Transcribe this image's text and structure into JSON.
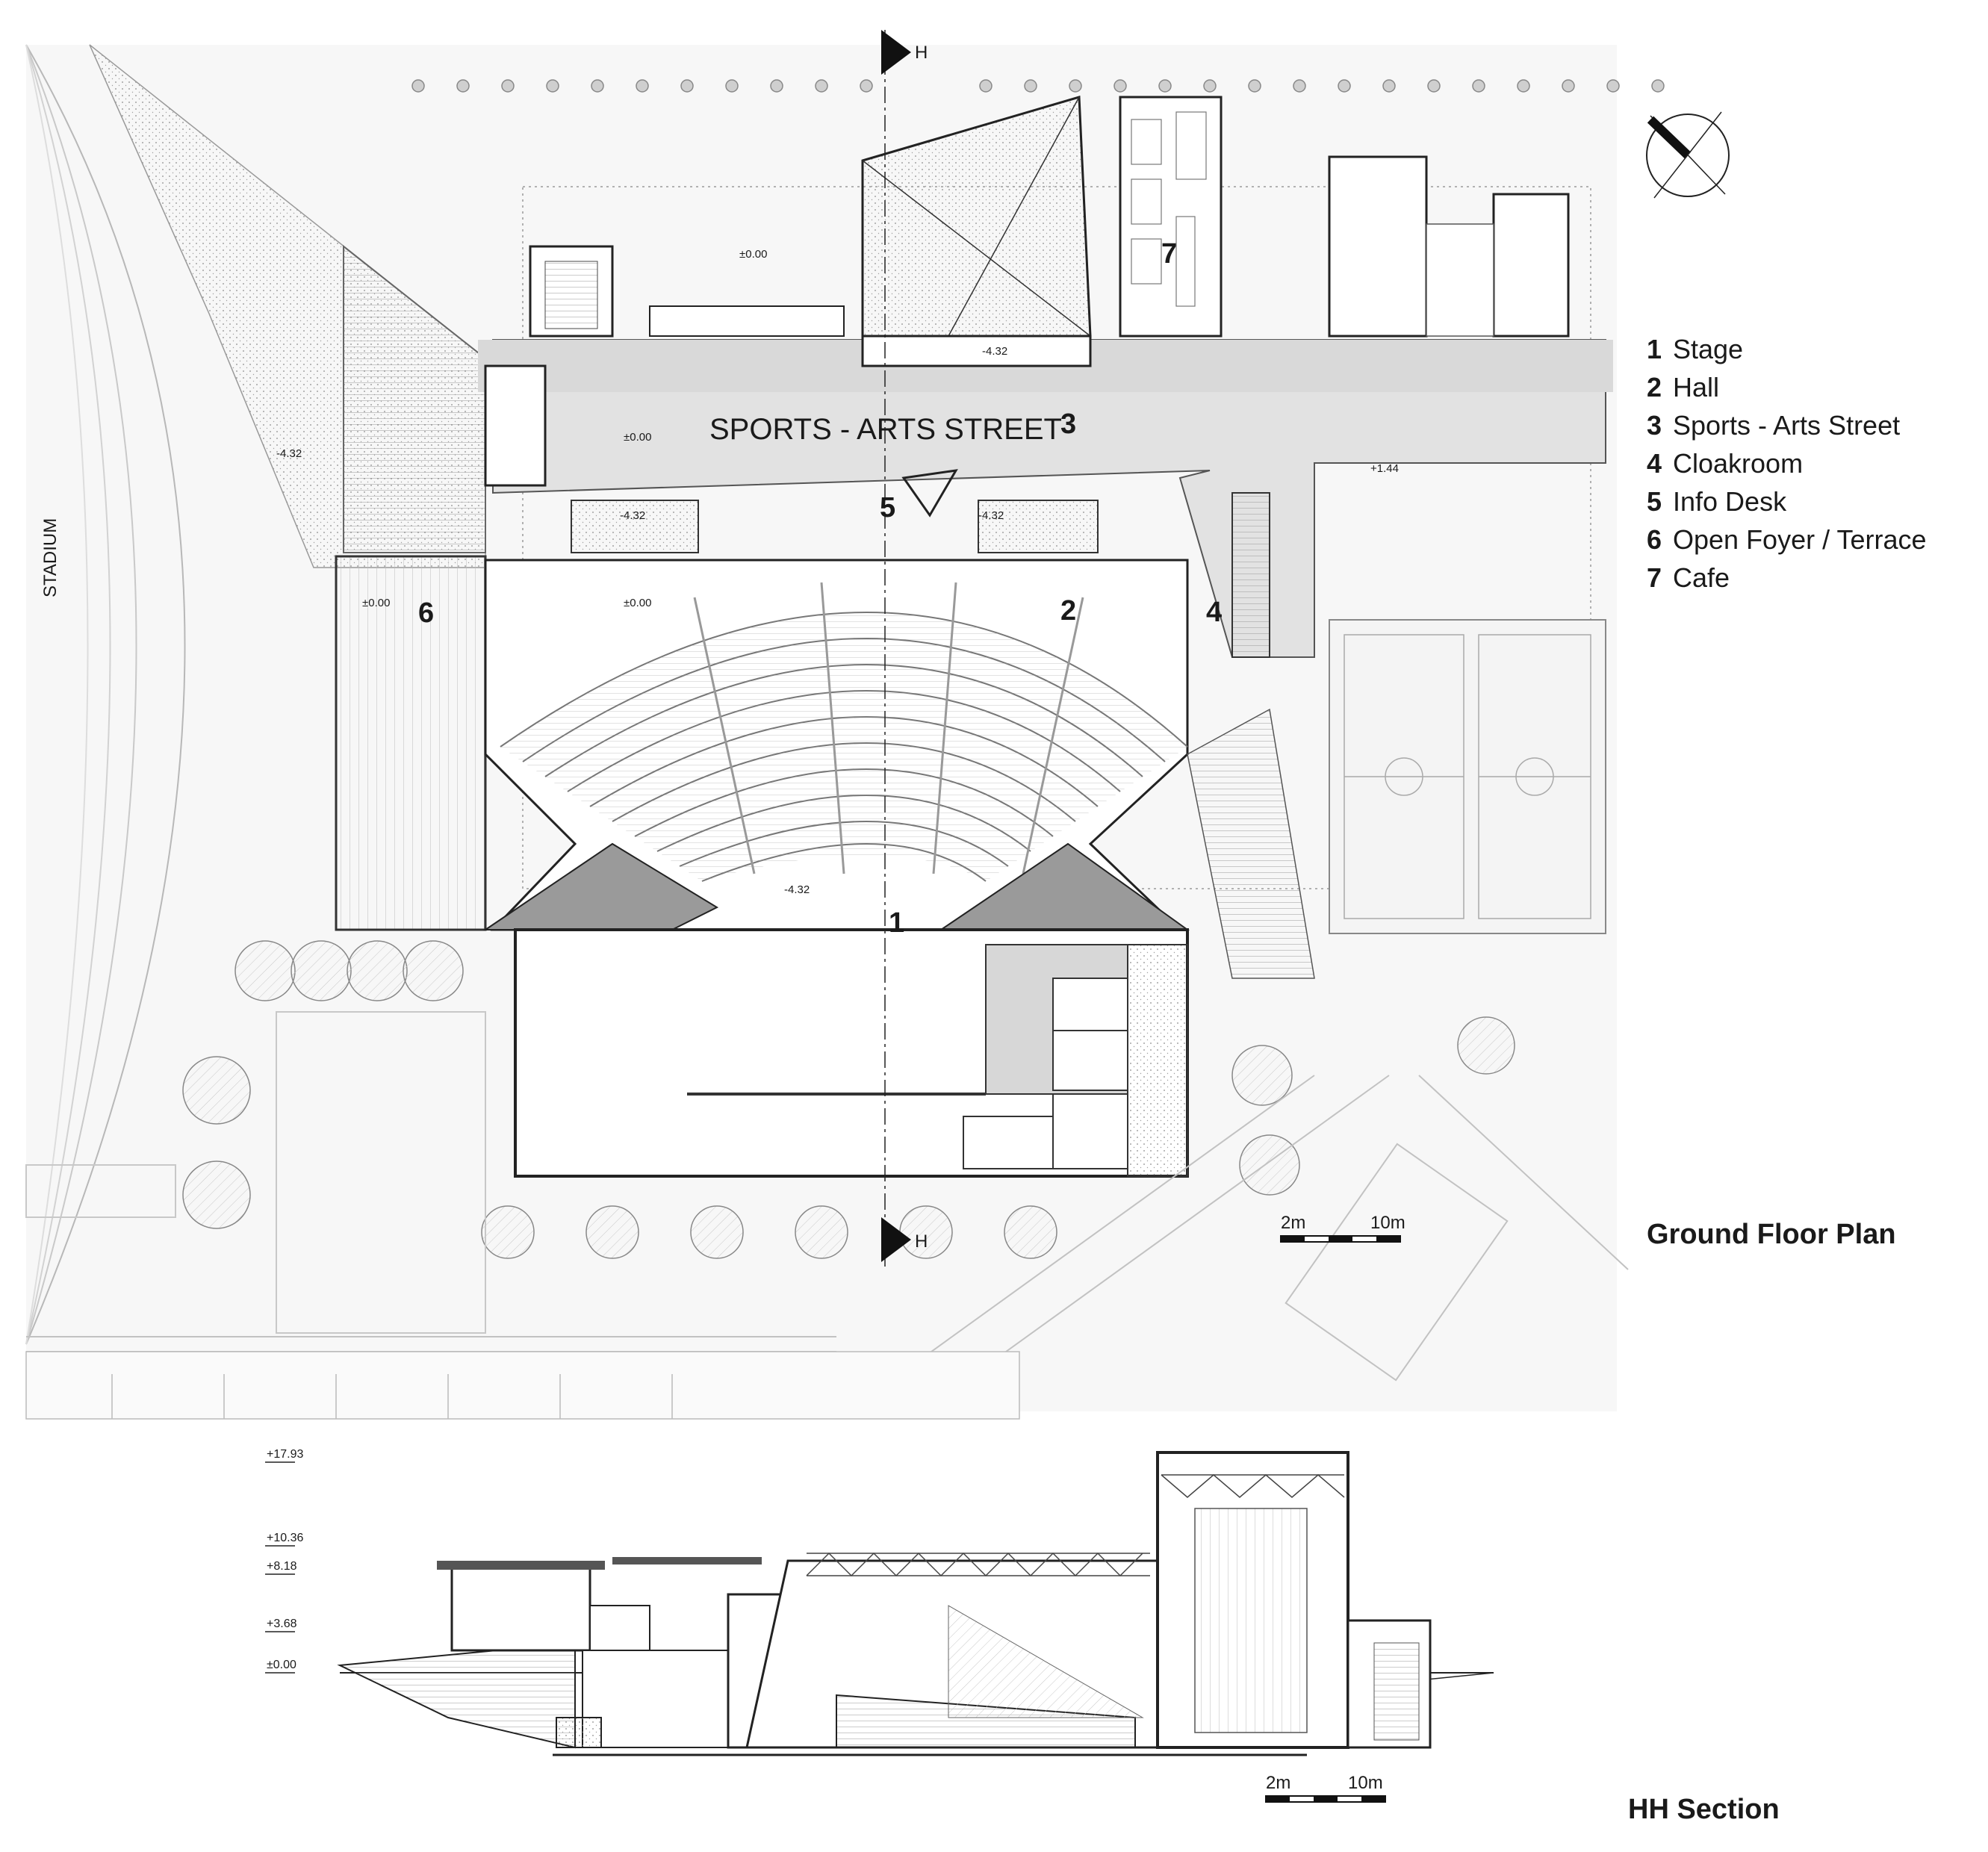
{
  "legend": {
    "items": [
      {
        "num": "1",
        "label": "Stage"
      },
      {
        "num": "2",
        "label": "Hall"
      },
      {
        "num": "3",
        "label": "Sports - Arts Street"
      },
      {
        "num": "4",
        "label": "Cloakroom"
      },
      {
        "num": "5",
        "label": "Info Desk"
      },
      {
        "num": "6",
        "label": "Open Foyer / Terrace"
      },
      {
        "num": "7",
        "label": "Cafe"
      }
    ]
  },
  "plan": {
    "title": "Ground Floor Plan",
    "stadium_label": "STADIUM",
    "street_label": "SPORTS - ARTS STREET",
    "section_marker": "H",
    "markers": {
      "stage": "1",
      "hall": "2",
      "street": "3",
      "cloak": "4",
      "info": "5",
      "foyer": "6",
      "cafe": "7"
    },
    "levels": {
      "top_plaza": "±0.00",
      "pit_top": "-4.32",
      "left_ramp": "-4.32",
      "street": "±0.00",
      "planter_left": "-4.32",
      "planter_right": "-4.32",
      "hall_left": "±0.00",
      "hall_center": "±0.00",
      "right_path": "+1.44",
      "stage_front": "-4.32"
    },
    "scale": {
      "a": "2m",
      "b": "10m"
    }
  },
  "section": {
    "title": "HH Section",
    "levels": [
      "+17.93",
      "+10.36",
      "+8.18",
      "+3.68",
      "±0.00"
    ],
    "scale": {
      "a": "2m",
      "b": "10m"
    }
  }
}
